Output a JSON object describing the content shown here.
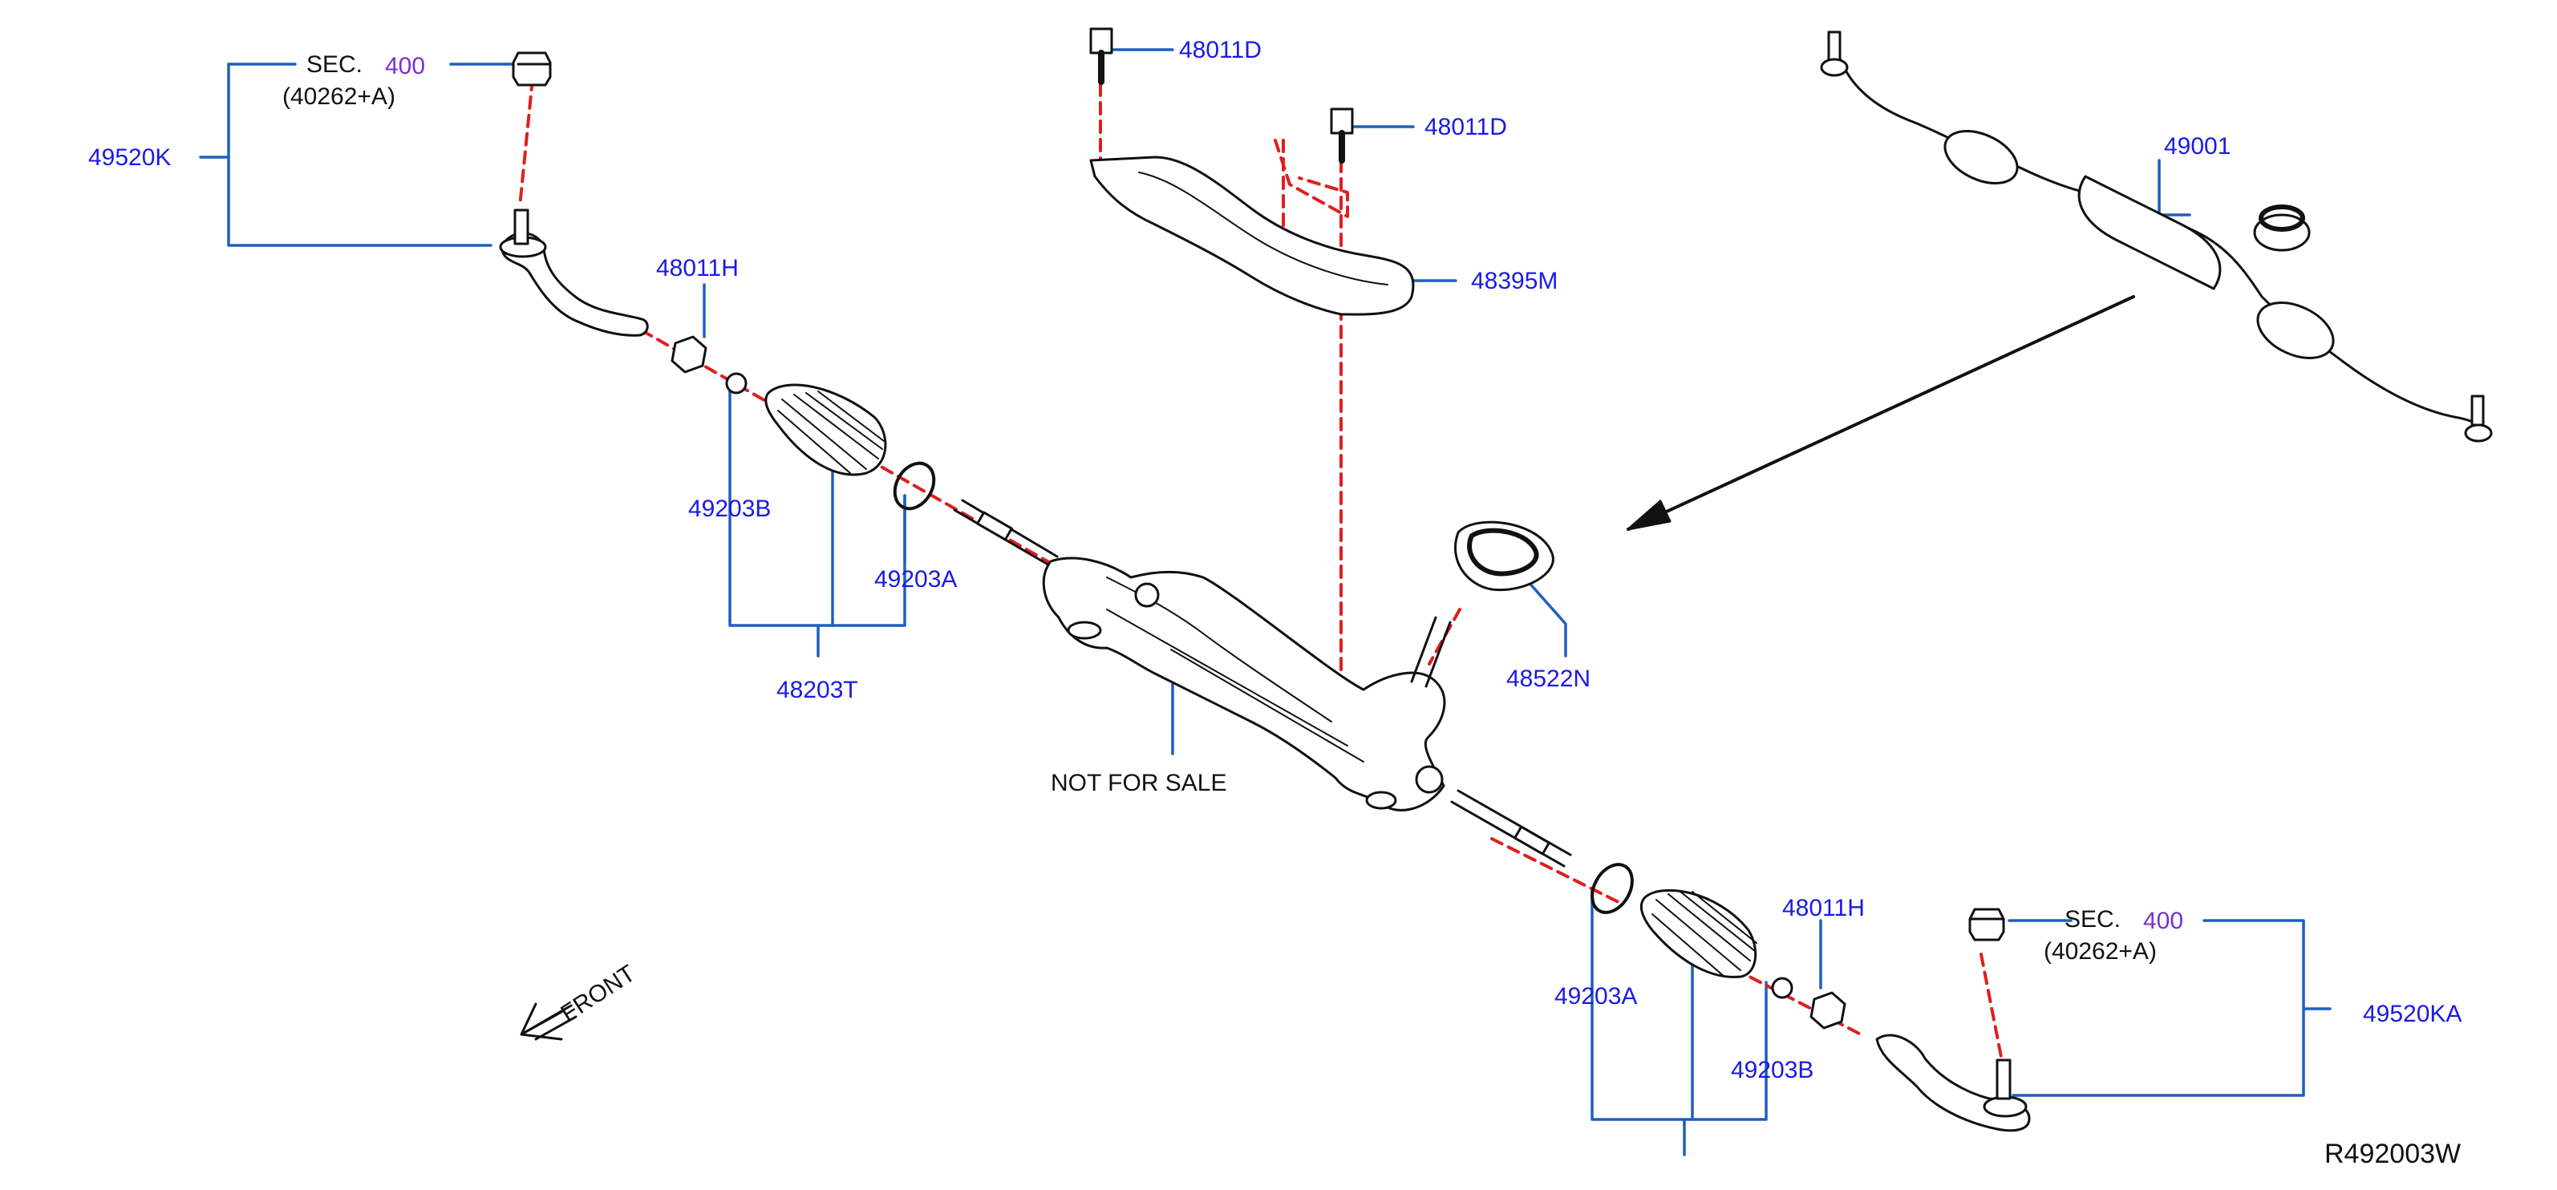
{
  "colors": {
    "callout_blue": "#1a1ae6",
    "leader_blue": "#1f5fbf",
    "dash_red": "#e01e1e",
    "sec_purple": "#7b2fd0",
    "ink": "#111111"
  },
  "labels": {
    "l_49520K": "49520K",
    "l_sec_top": "SEC.",
    "l_400_top": "400",
    "l_sec_ref_top": "(40262+A)",
    "l_48011H_top": "48011H",
    "l_49203B_top": "49203B",
    "l_49203A_top": "49203A",
    "l_48203T": "48203T",
    "l_48011D_a": "48011D",
    "l_48011D_b": "48011D",
    "l_48395M": "48395M",
    "l_49001": "49001",
    "l_48522N": "48522N",
    "l_not_for_sale": "NOT  FOR  SALE",
    "l_48011H_bot": "48011H",
    "l_sec_bot": "SEC.",
    "l_400_bot": "400",
    "l_sec_ref_bot": "(40262+A)",
    "l_49203A_bot": "49203A",
    "l_49520KA": "49520KA",
    "l_49203B_bot": "49203B",
    "l_front": "FRONT",
    "l_ref": "R492003W"
  },
  "icons": [
    "front-arrow-icon",
    "direction-arrow-icon"
  ]
}
